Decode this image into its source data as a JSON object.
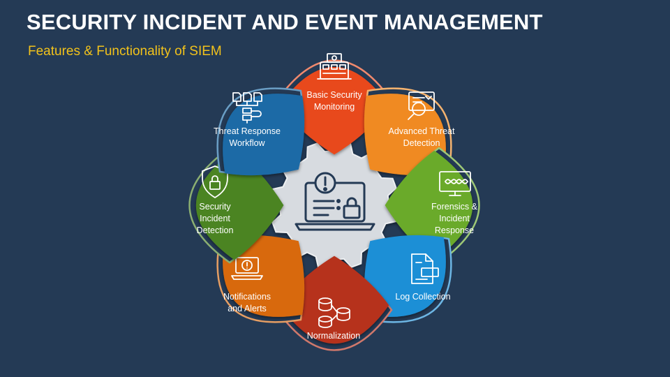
{
  "title": "SECURITY INCIDENT AND EVENT MANAGEMENT",
  "subtitle": "Features & Functionality of SIEM",
  "center": {
    "icon": "laptop-alert-lock-icon"
  },
  "features": [
    {
      "lines": [
        "Basic Security",
        "Monitoring"
      ],
      "icon": "control-panel-icon",
      "color": "#e84a1f"
    },
    {
      "lines": [
        "Advanced Threat",
        "Detection"
      ],
      "icon": "magnify-screen-icon",
      "color": "#f08a22"
    },
    {
      "lines": [
        "Forensics &",
        "Incident",
        "Response"
      ],
      "icon": "dna-monitor-icon",
      "color": "#6aaa2c"
    },
    {
      "lines": [
        "Log Collection"
      ],
      "icon": "log-file-icon",
      "color": "#1f8fd6"
    },
    {
      "lines": [
        "Normalization"
      ],
      "icon": "database-flow-icon",
      "color": "#b6301c"
    },
    {
      "lines": [
        "Notifications",
        "and Alerts"
      ],
      "icon": "laptop-alert-icon",
      "color": "#d8690f"
    },
    {
      "lines": [
        "Security",
        "Incident",
        "Detection"
      ],
      "icon": "shield-lock-icon",
      "color": "#4c8424"
    },
    {
      "lines": [
        "Threat Response",
        "Workflow"
      ],
      "icon": "workflow-icon",
      "color": "#1a6aa6"
    }
  ]
}
